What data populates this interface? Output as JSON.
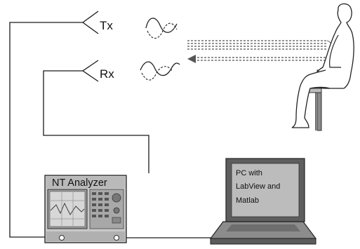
{
  "labels": {
    "tx": "Tx",
    "rx": "Rx",
    "analyzer": "NT Analyzer",
    "pc_line1": "PC with",
    "pc_line2": "LabView and",
    "pc_line3": "Matlab"
  }
}
